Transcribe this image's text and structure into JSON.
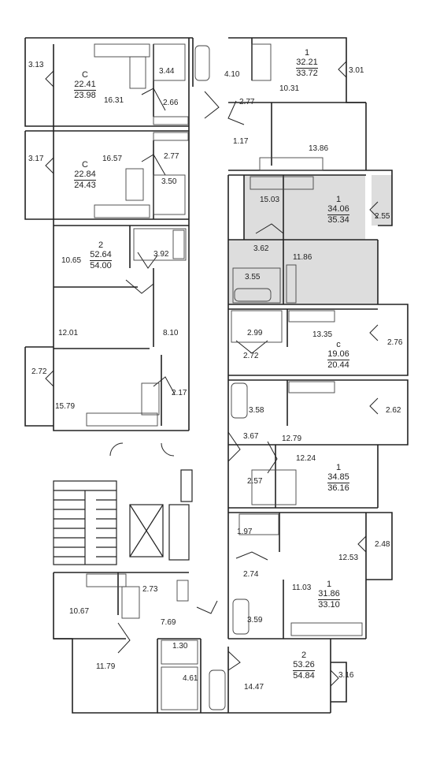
{
  "colors": {
    "wall": "#222222",
    "highlight": "#dddddd",
    "fixture": "#444444"
  },
  "units": [
    {
      "type": "С",
      "living": "22.41",
      "total": "23.98"
    },
    {
      "type": "С",
      "living": "22.84",
      "total": "24.43"
    },
    {
      "type": "2",
      "living": "52.64",
      "total": "54.00"
    },
    {
      "type": "1",
      "living": "32.21",
      "total": "33.72"
    },
    {
      "type": "1",
      "living": "34.06",
      "total": "35.34"
    },
    {
      "type": "с",
      "living": "19.06",
      "total": "20.44"
    },
    {
      "type": "1",
      "living": "34.85",
      "total": "36.16"
    },
    {
      "type": "1",
      "living": "31.86",
      "total": "33.10"
    },
    {
      "type": "2",
      "living": "53.26",
      "total": "54.84"
    }
  ],
  "rooms": [
    "3.13",
    "16.31",
    "3.44",
    "2.66",
    "3.17",
    "16.57",
    "2.77",
    "3.50",
    "10.65",
    "3.92",
    "12.01",
    "8.10",
    "2.72",
    "15.79",
    "2.17",
    "4.10",
    "10.31",
    "3.01",
    "2.77",
    "1.17",
    "13.86",
    "15.03",
    "2.55",
    "3.62",
    "11.86",
    "3.55",
    "2.99",
    "13.35",
    "2.76",
    "2.72",
    "3.58",
    "2.62",
    "3.67",
    "12.79",
    "12.24",
    "2.57",
    "1.97",
    "2.48",
    "12.53",
    "2.74",
    "11.03",
    "3.59",
    "10.67",
    "2.73",
    "7.69",
    "11.79",
    "1.30",
    "4.61",
    "14.47",
    "3.16"
  ]
}
